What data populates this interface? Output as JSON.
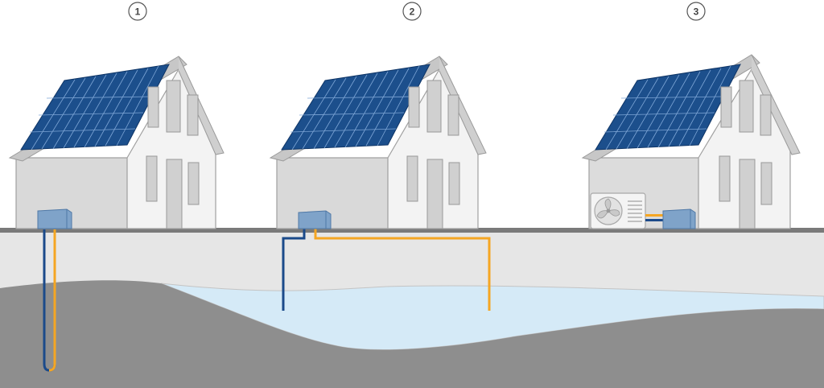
{
  "steps": [
    {
      "number": "1"
    },
    {
      "number": "2"
    },
    {
      "number": "3"
    }
  ],
  "colors": {
    "background": "#ffffff",
    "house_wall": "#f2f2f2",
    "house_wall_shade": "#d4d4d4",
    "house_outline": "#9a9a9a",
    "window": "#d3d3d3",
    "roof_edge": "#b8b8b8",
    "solar_panel": "#1c4f8c",
    "solar_cell_line": "#7ea6d6",
    "ground_line": "#7d7d7d",
    "soil_top": "#e8e8e8",
    "deep_soil": "#8f8f8f",
    "groundwater": "#d6ebf8",
    "pipe_blue": "#1b4a8a",
    "pipe_orange": "#f5a623",
    "heat_pump_unit": "#7fa3c9",
    "circle_stroke": "#555555"
  },
  "icons": {
    "fan_unit": "air-source-fan-icon",
    "heat_pump": "heat-pump-unit-icon"
  }
}
